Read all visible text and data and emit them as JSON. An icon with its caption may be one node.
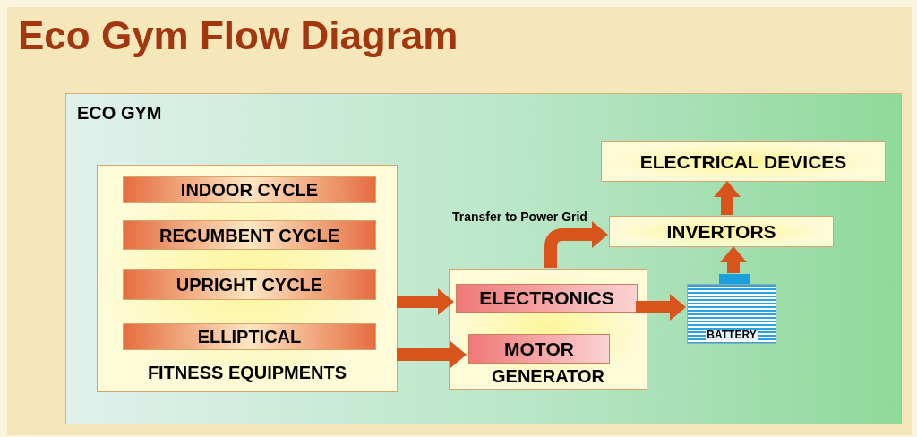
{
  "diagram": {
    "title": "Eco Gym Flow Diagram",
    "nodes": [
      {
        "text": [
          "ECO GYM"
        ]
      },
      {
        "text": [
          "FITNESS EQUIPMENTS"
        ],
        "in": 0
      },
      {
        "text": [
          "INDOOR CYCLE"
        ],
        "in": 1
      },
      {
        "text": [
          "RECUMBENT CYCLE"
        ],
        "in": 1
      },
      {
        "text": [
          "UPRIGHT CYCLE"
        ],
        "in": 1
      },
      {
        "text": [
          "ELLIPTICAL"
        ],
        "in": 1
      },
      {
        "text": [
          "GENERATOR"
        ],
        "in": 0
      },
      {
        "text": [
          "ELECTRONICS"
        ],
        "in": 6
      },
      {
        "text": [
          "MOTOR"
        ],
        "in": 6
      },
      {
        "text": [
          "BATTERY"
        ],
        "in": 0
      },
      {
        "text": [
          "INVERTORS"
        ],
        "in": 0
      },
      {
        "text": [
          "ELECTRICAL DEVICES"
        ],
        "in": 0
      }
    ],
    "edges": [
      {
        "from": 1,
        "to": 7,
        "arrow": "to"
      },
      {
        "from": 1,
        "to": 8,
        "arrow": "to"
      },
      {
        "from": 7,
        "to": 9,
        "arrow": "to"
      },
      {
        "from": 6,
        "to": 10,
        "arrow": "to",
        "label": "Transfer to Power Grid"
      },
      {
        "from": 9,
        "to": 10,
        "arrow": "to"
      },
      {
        "from": 10,
        "to": 11,
        "arrow": "to"
      }
    ]
  }
}
